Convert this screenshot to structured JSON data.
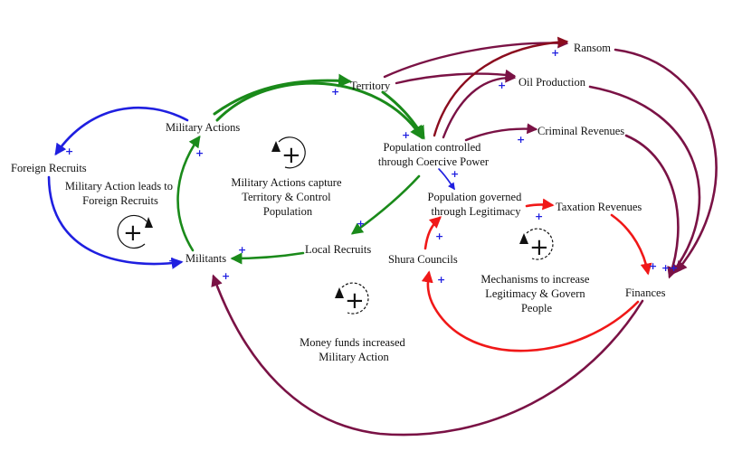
{
  "colors": {
    "green": "#1a8a1a",
    "blue": "#1f1fe0",
    "maroon": "#7a1245",
    "darkred": "#8b0c1e",
    "red": "#f01818",
    "polarity": "#1f1fe0"
  },
  "nodes": {
    "territory": "Territory",
    "military_actions": "Military Actions",
    "foreign_recruits": "Foreign Recruits",
    "militants": "Militants",
    "local_recruits": "Local Recruits",
    "population_coercive": [
      "Population controlled",
      "through Coercive Power"
    ],
    "population_legitimacy": [
      "Population governed",
      "through Legitimacy"
    ],
    "ransom": "Ransom",
    "oil_production": "Oil Production",
    "criminal_revenues": "Criminal Revenues",
    "taxation_revenues": "Taxation Revenues",
    "shura_councils": "Shura Councils",
    "finances": "Finances"
  },
  "loops": {
    "foreign": {
      "label": [
        "Military Action leads to",
        "Foreign Recruits"
      ],
      "polarity": "+"
    },
    "territory": {
      "label": [
        "Military Actions capture",
        "Territory & Control",
        "Population"
      ],
      "polarity": "+"
    },
    "money": {
      "label": [
        "Money funds increased",
        "Military Action"
      ],
      "polarity": "+"
    },
    "legitimacy": {
      "label": [
        "Mechanisms to increase",
        "Legitimacy & Govern",
        "People"
      ],
      "polarity": "+"
    }
  },
  "link_polarity": "+"
}
